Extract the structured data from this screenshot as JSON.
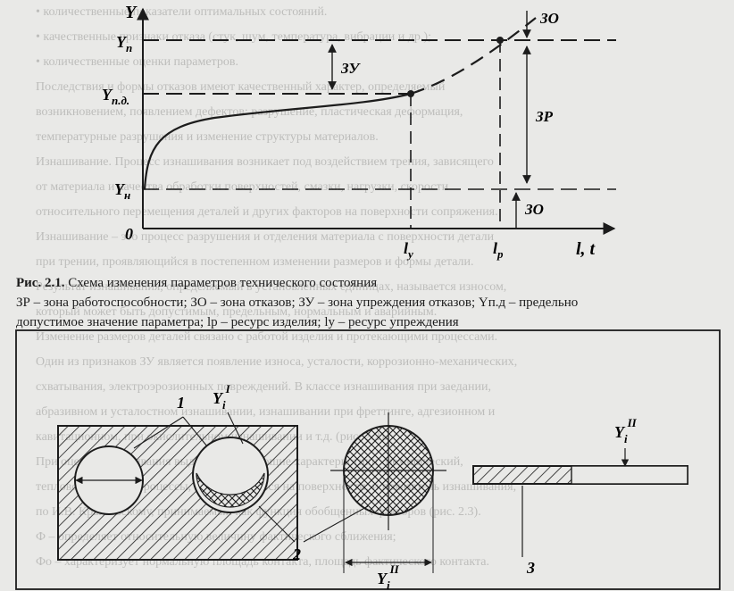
{
  "figure1": {
    "axis_y": "Y",
    "axis_x": "l, t",
    "origin": "0",
    "y_p": "Y",
    "y_p_sub": "п",
    "y_pd": "Y",
    "y_pd_sub": "п.д.",
    "y_n": "Y",
    "y_n_sub": "н",
    "l_u": "l",
    "l_u_sub": "у",
    "l_p": "l",
    "l_p_sub": "р",
    "zone_zo_top": "ЗО",
    "zone_zu": "ЗУ",
    "zone_zr": "ЗР",
    "zone_zo_bottom": "ЗО"
  },
  "caption": {
    "number": "Рис. 2.1.",
    "title": "Схема изменения параметров технического состояния",
    "legend_line1": "ЗР – зона работоспособности; ЗО – зона отказов; ЗУ – зона упреждения отказов; Yп.д – предельно",
    "legend_line2": "допустимое значение параметра; lр – ресурс изделия; lу – ресурс упреждения"
  },
  "figure2": {
    "label_1": "1",
    "label_2": "2",
    "label_3": "3",
    "yi_I": "Y",
    "yi_I_sub": "i",
    "yi_I_sup": "I",
    "yi_II_right": "Y",
    "yi_II_right_sub": "i",
    "yi_II_right_sup": "II",
    "yi_II_bottom": "Y",
    "yi_II_bottom_sub": "i",
    "yi_II_bottom_sup": "II"
  },
  "background_text": [
    "• количественные показатели оптимальных состояний.",
    "• качественные признаки отказа (стук, шум, температура, вибрации и др.);",
    "• количественные оценки параметров.",
    "Последствия и формы отказов имеют качественный характер, определяемый",
    "возникновением, появлением дефектов: разрушение, пластическая деформация,",
    "температурные разрушения и изменение структуры материалов.",
    "Изнашивание. Процесс изнашивания возникает под воздействием трения, зависящего",
    "от материала и качества обработки поверхностей, смазки, нагрузки, скорости",
    "относительного перемещения деталей и других факторов на поверхности сопряжения.",
    "Изнашивание – это процесс разрушения и отделения материала с поверхности детали",
    "при трении, проявляющийся в постепенном изменении размеров и формы детали.",
    "Результат изнашивания, определяемый в установленных единицах, называется износом,",
    "который может быть допустимым, предельным, нормальным и аварийным.",
    "Изменение размеров деталей связано с работой изделия и протекающими процессами.",
    "Один из признаков ЗУ является появление износа, усталости, коррозионно-механических,",
    "схватывания, электроэрозионных повреждений. В классе изнашивания при заедании,",
    "абразивном и усталостном изнашивании, изнашивании при фреттинге, адгезионном и",
    "кавитационном, при окислительном изнашивании и т.д. (рис. 2.2).",
    "При оценке изнашивания выделяют следующие характеристики: механический,",
    "тепловой и другие процессы, проявляющиеся на поверхности, и показатель изнашивания,",
    "по И.В. Крагельскому, принимаемый как функция обобщенных факторов (рис. 2.3).",
    "Ф – определяет относительную величину фактического сближения;",
    "Фо – характеризует нормальную площадь контакта, площадь фактического контакта."
  ]
}
